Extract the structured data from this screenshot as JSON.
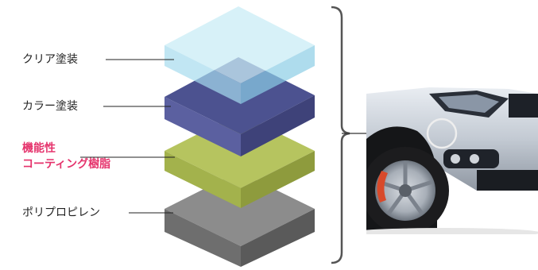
{
  "layers": [
    {
      "label": "クリア塗装",
      "highlight": false
    },
    {
      "label": "カラー塗装",
      "highlight": false
    },
    {
      "label_lines": [
        "機能性",
        "コーティング樹脂"
      ],
      "highlight": true
    },
    {
      "label": "ポリプロピレン",
      "highlight": false
    }
  ],
  "colors": {
    "text": "#222222",
    "accent": "#e5336c",
    "clear_top": "#c9ecf6",
    "color_top": "#4c5290",
    "coating_top": "#b6c45f",
    "pp_top": "#8c8c8c",
    "bracket": "#555555"
  }
}
